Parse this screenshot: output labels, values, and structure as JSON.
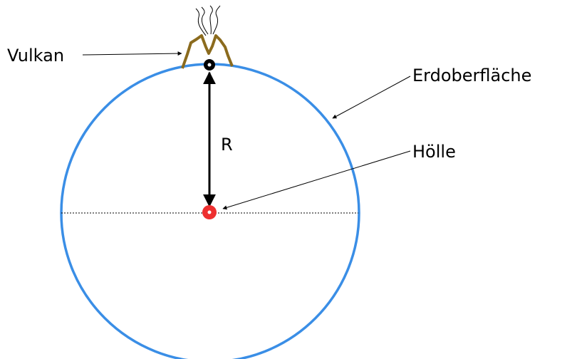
{
  "labels": {
    "volcano": "Vulkan",
    "earth_surface": "Erdoberfläche",
    "hell": "Hölle",
    "radius": "R"
  },
  "colors": {
    "earth_outline": "#3a8ee6",
    "volcano_outline": "#8b6b1e",
    "hell_marker": "#ee3030",
    "volcano_marker": "#000000",
    "arrows": "#000000",
    "equator_line": "#000000"
  }
}
